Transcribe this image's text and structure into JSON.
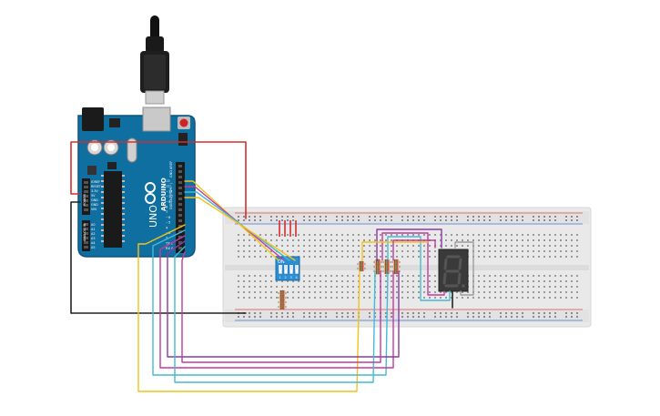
{
  "board": {
    "brand": "ARDUINO",
    "model": "UNO",
    "digital_header": "DIGITAL (PWM~)",
    "aref_label": "AREF",
    "gnd_label": "GND",
    "pin_labels": [
      "13",
      "12",
      "~11",
      "~10",
      "~9",
      "8",
      "7",
      "~6",
      "~5",
      "4",
      "~3",
      "2",
      "TX 1",
      "RX 0"
    ],
    "power_labels": [
      "IOREF",
      "RESET",
      "3.3V",
      "5V",
      "GND",
      "GND",
      "VIN"
    ],
    "power_header": "POWER",
    "analog_labels": [
      "A0",
      "A1",
      "A2",
      "A3",
      "A4",
      "A5"
    ],
    "analog_header": "ANALOG IN"
  },
  "dip_switch": {
    "label": "ON",
    "numbers": [
      "1",
      "2",
      "3",
      "4"
    ]
  },
  "colors": {
    "board": "#0f6fa0",
    "board_dark": "#0a557c",
    "breadboard": "#e9e9e9",
    "wire_red": "#d32f2f",
    "wire_black": "#222222",
    "wire_yellow": "#f2c21a",
    "wire_purple": "#8a3aa3",
    "wire_cyan": "#45b9d6",
    "wire_magenta": "#c23aa0",
    "wire_grey": "#9e9e9e",
    "display": "#3a3a3a",
    "dip_switch": "#2b8fd6"
  }
}
